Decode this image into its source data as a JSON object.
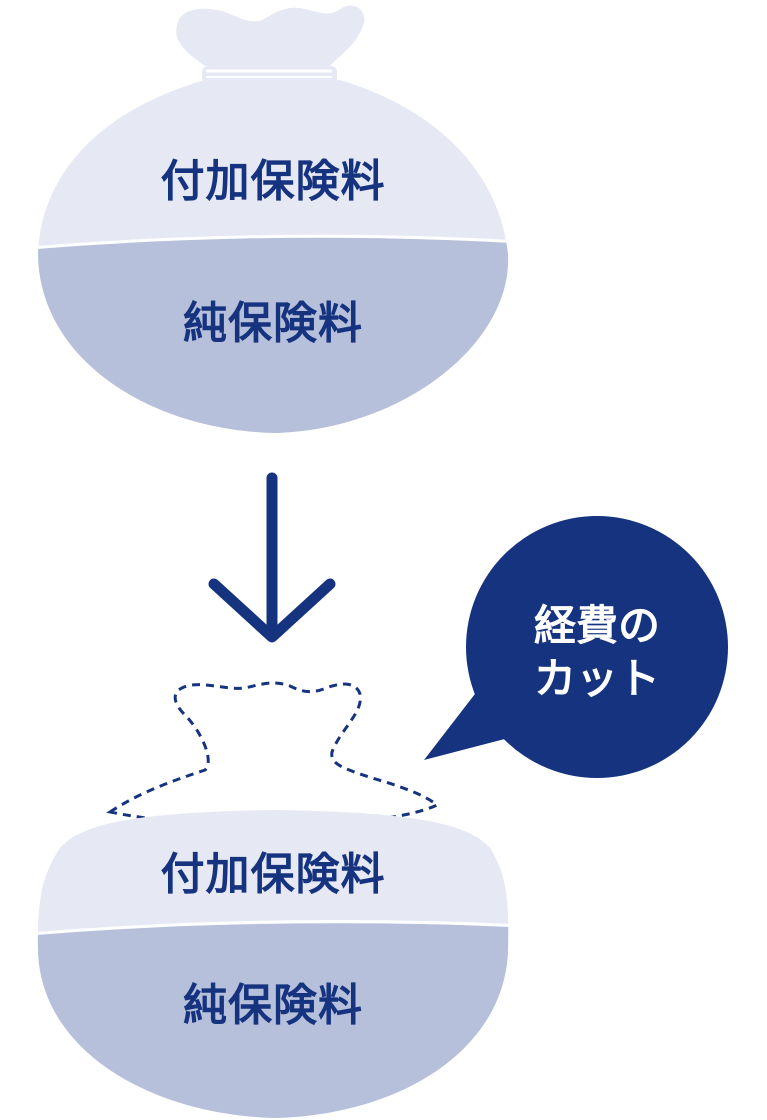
{
  "top_bag": {
    "upper_label": "付加保険料",
    "lower_label": "純保険料"
  },
  "bottom_bag": {
    "upper_label": "付加保険料",
    "lower_label": "純保険料"
  },
  "callout": {
    "line1": "経費の",
    "line2": "カット"
  },
  "colors": {
    "navy": "#16337f",
    "bag_light": "#e6e9f3",
    "bag_dark": "#b7c0da",
    "white": "#ffffff"
  },
  "icons": {
    "arrow": "arrow-down-icon",
    "removed_neck": "dashed-bag-top-outline"
  }
}
